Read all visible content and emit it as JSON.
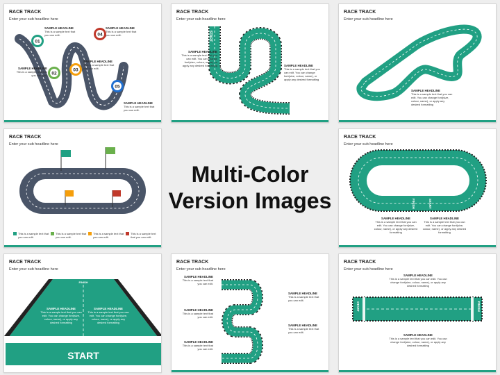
{
  "common": {
    "title": "RACE TRACK",
    "sub": "Enter your sub headline here",
    "headline": "SAMPLE HEADLINE",
    "short_text": "This is a sample text that you can edit.",
    "long_text": "This is a sample text that you can edit. You can change font(size, colour, name), or apply any desired formatting",
    "long_text_alt": "This is a sample text that you can edit. You can change font(size, colour, name), or apply any desired formatting"
  },
  "center": {
    "line1": "Multi-Color",
    "line2": "Version Images"
  },
  "slide1": {
    "markers": [
      "01",
      "02",
      "03",
      "04",
      "05"
    ]
  },
  "slide2": {
    "start": "START",
    "finish": "FINISH"
  },
  "slide5": {
    "finish": "FINISH",
    "start": "START"
  },
  "slide6": {
    "finish": "FINISH",
    "start": "START"
  },
  "slide8": {
    "start": "START",
    "finish": "FINISH"
  },
  "colors": {
    "accent": "#21a083",
    "road": "#4a5568",
    "marker_blue": "#1f6fd1",
    "marker_green": "#6ab04c",
    "marker_orange": "#f59e0b",
    "marker_red": "#c0392b",
    "marker_teal": "#21a083"
  }
}
